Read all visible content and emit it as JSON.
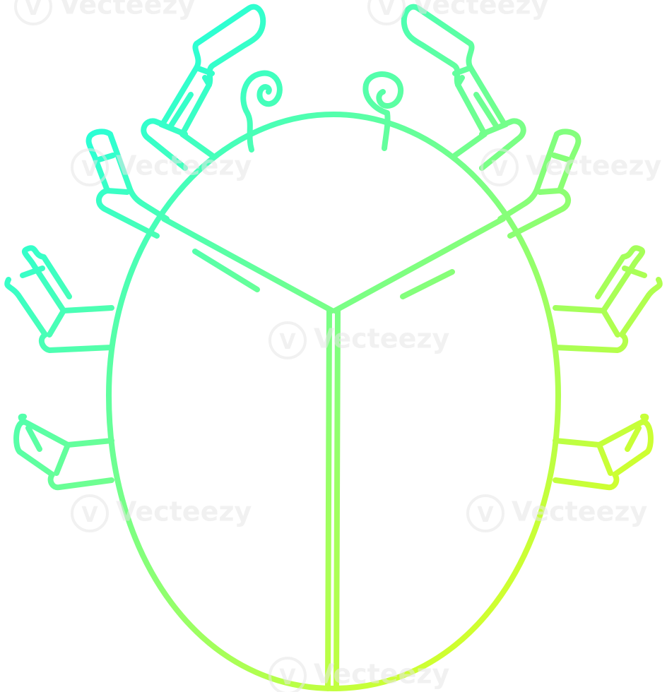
{
  "illustration": {
    "subject": "beetle-line-drawing",
    "gradient": {
      "start": "#00ffff",
      "end": "#ffff00"
    },
    "background": "#ffffff",
    "stroke_color_mid": "#55f07a"
  },
  "watermark": {
    "text": "Vecteezy",
    "logo_glyph": "V",
    "color": "#e6e6e6"
  }
}
